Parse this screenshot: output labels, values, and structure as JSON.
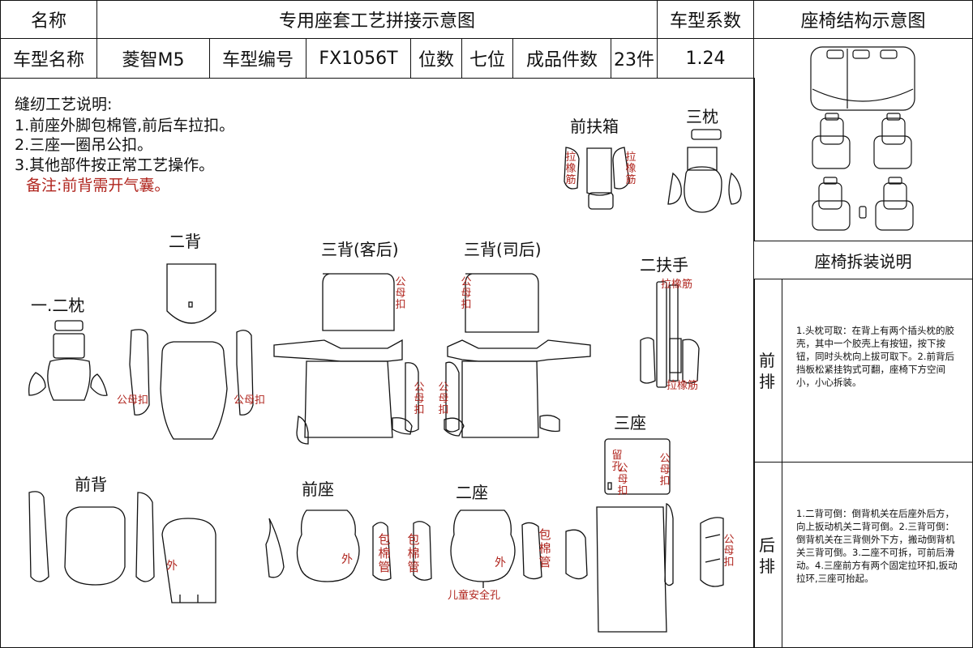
{
  "header": {
    "name_label": "名称",
    "title": "专用座套工艺拼接示意图",
    "coef_label": "车型系数",
    "struct_title": "座椅结构示意图"
  },
  "info": {
    "model_label": "车型名称",
    "model_value": "菱智M5",
    "code_label": "车型编号",
    "code_value": "FX1056T",
    "seats_label": "位数",
    "seats_value": "七位",
    "pieces_label": "成品件数",
    "pieces_value": "23件",
    "coef_value": "1.24"
  },
  "notes": {
    "title": "缝纫工艺说明:",
    "items": [
      "1.前座外脚包棉管,前后车拉扣。",
      "2.三座一圈吊公扣。",
      "3.其他部件按正常工艺操作。"
    ],
    "remark": "备注:前背需开气囊。"
  },
  "groups": {
    "front_box": "前扶箱",
    "third_pillow": "三枕",
    "second_back": "二背",
    "third_back_guest": "三背(客后)",
    "third_back_driver": "三背(司后)",
    "second_armrest": "二扶手",
    "first_second_pillow": "一.二枕",
    "third_seat": "三座",
    "front_back": "前背",
    "front_seat": "前座",
    "second_seat": "二座"
  },
  "annotations": {
    "pull_rib": "拉橡筋",
    "male_female_buckle": "公母扣",
    "outer": "外",
    "wrap_cotton_pipe": "包棉管",
    "hang_hole": "留孔",
    "child_safety_hole": "儿童安全孔"
  },
  "disassembly": {
    "title": "座椅拆装说明",
    "front_label": "前排",
    "rear_label": "后排",
    "front_text": "1.头枕可取：在背上有两个插头枕的胶壳，其中一个胶壳上有按钮，按下按钮，同时头枕向上拔可取下。2.前背后挡板松紧挂钩式可翻，座椅下方空间小，小心拆装。",
    "rear_text": "1.二背可倒：倒背机关在后座外后方，向上扳动机关二背可倒。2.三背可倒：倒背机关在三背侧外下方，搬动倒背机关三背可倒。3.二座不可拆，可前后滑动。4.三座前方有两个固定拉环扣,扳动拉环,三座可抬起。"
  }
}
